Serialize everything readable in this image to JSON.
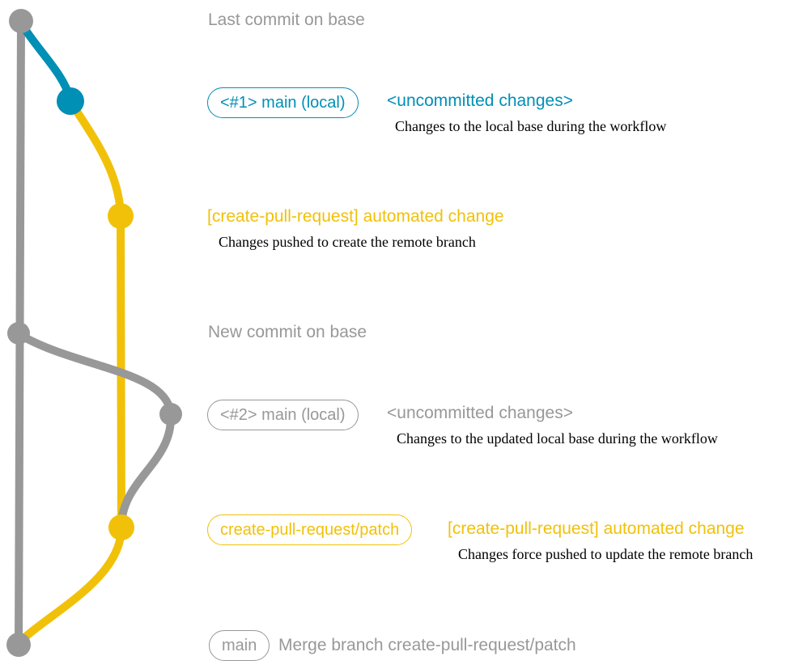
{
  "colors": {
    "gray": "#989898",
    "teal": "#008fb5",
    "yellow": "#f1c109",
    "caption": "#000000",
    "background": "#ffffff"
  },
  "diagram": {
    "type": "git-graph",
    "branches": [
      {
        "name": "base",
        "color_key": "gray"
      },
      {
        "name": "main (local)",
        "color_key": "teal"
      },
      {
        "name": "create-pull-request/patch",
        "color_key": "yellow"
      }
    ],
    "commits": [
      {
        "id": "base-1",
        "branch": "base",
        "message": "Last commit on base"
      },
      {
        "id": "local-1",
        "branch": "main (local)",
        "label": "<#1> main (local)",
        "message": "<uncommitted changes>"
      },
      {
        "id": "patch-1",
        "branch": "create-pull-request/patch",
        "message": "[create-pull-request] automated change"
      },
      {
        "id": "base-2",
        "branch": "base",
        "message": "New commit on base"
      },
      {
        "id": "local-2",
        "branch": "main (local)",
        "label": "<#2> main (local)",
        "message": "<uncommitted changes>"
      },
      {
        "id": "patch-2",
        "branch": "create-pull-request/patch",
        "label": "create-pull-request/patch",
        "message": "[create-pull-request] automated change"
      },
      {
        "id": "merge-1",
        "branch": "base",
        "label": "main",
        "message": "Merge branch create-pull-request/patch"
      }
    ]
  },
  "labels": {
    "row1": {
      "message": "Last commit on base"
    },
    "row2": {
      "badge": "<#1> main (local)",
      "title": "<uncommitted changes>",
      "caption": "Changes to the local base during the workflow"
    },
    "row3": {
      "title": "[create-pull-request] automated change",
      "caption": "Changes pushed to create the remote branch"
    },
    "row4": {
      "message": "New commit on base"
    },
    "row5": {
      "badge": "<#2> main (local)",
      "title": "<uncommitted changes>",
      "caption": "Changes to the updated local base during the workflow"
    },
    "row6": {
      "badge": "create-pull-request/patch",
      "title": "[create-pull-request] automated change",
      "caption": "Changes force pushed to update the remote branch"
    },
    "row7": {
      "badge": "main",
      "message": "Merge branch create-pull-request/patch"
    }
  }
}
